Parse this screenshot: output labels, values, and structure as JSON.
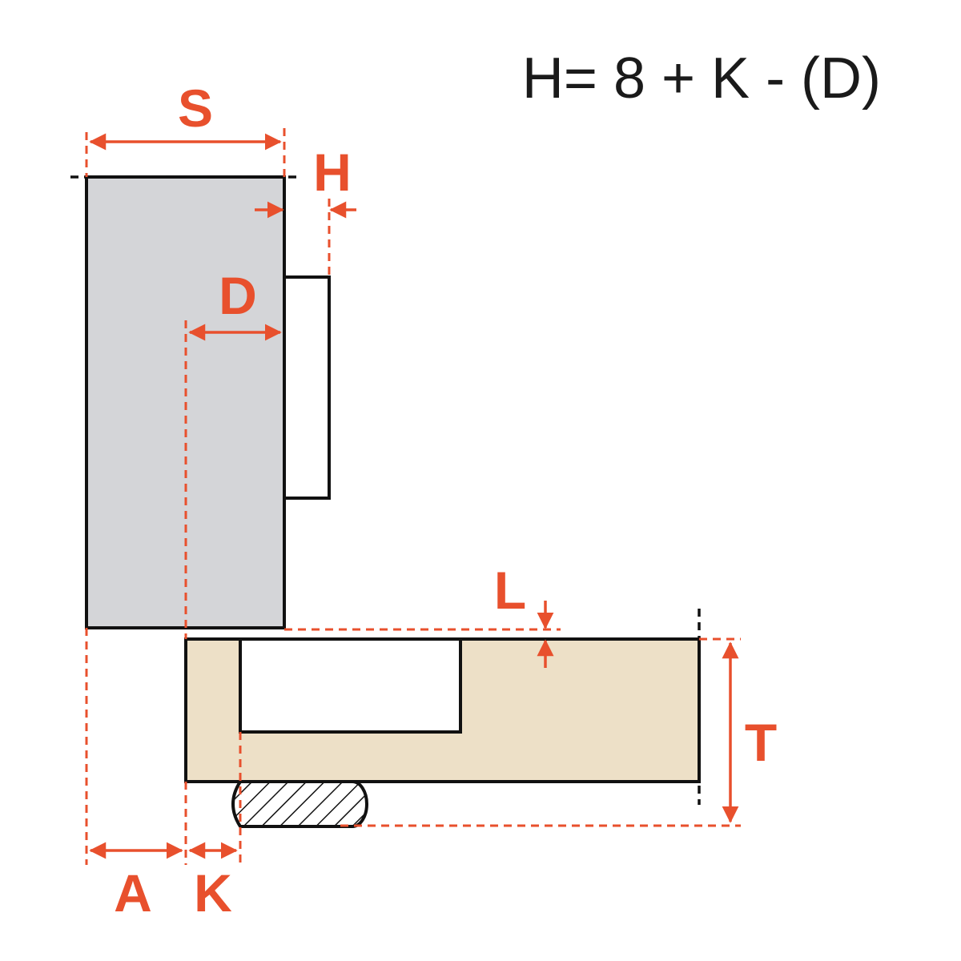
{
  "formula": "H= 8 + K - (D)",
  "labels": {
    "S": "S",
    "H": "H",
    "D": "D",
    "L": "L",
    "T": "T",
    "A": "A",
    "K": "K"
  },
  "colors": {
    "dimension": "#e8502d",
    "door_panel": "#d4d5d8",
    "cabinet_side": "#ede0c7",
    "outline": "#111111"
  }
}
